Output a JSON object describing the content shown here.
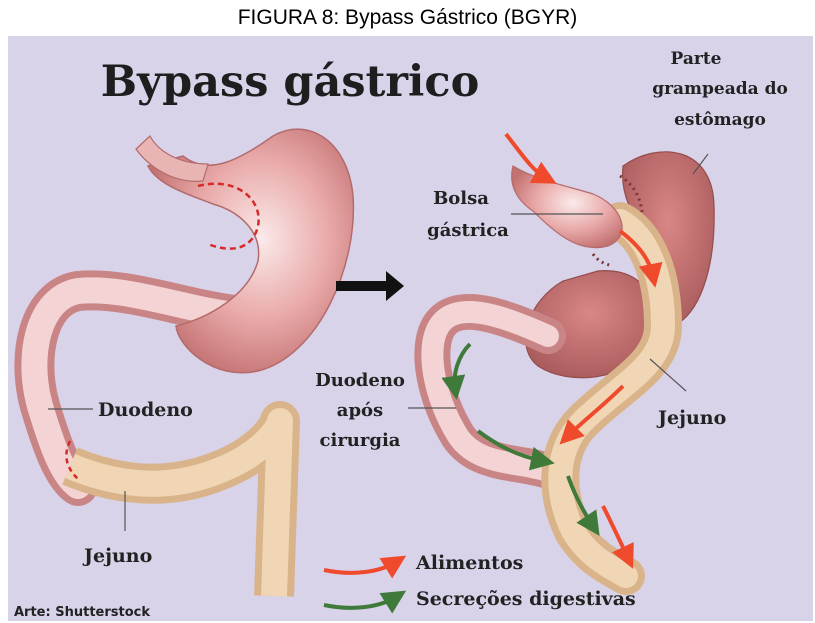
{
  "caption": "FIGURA 8: Bypass Gástrico (BGYR)",
  "diagram": {
    "title": "Bypass gástrico",
    "labels": {
      "staple_part_1": "Parte",
      "staple_part_2": "grampeada do",
      "staple_part_3": "estômago",
      "pouch_1": "Bolsa",
      "pouch_2": "gástrica",
      "duodenum_left": "Duodeno",
      "jejunum_left": "Jejuno",
      "duodenum_after_1": "Duodeno",
      "duodenum_after_2": "após",
      "duodenum_after_3": "cirurgia",
      "jejunum_right": "Jejuno"
    },
    "legend": {
      "food": "Alimentos",
      "secretions": "Secreções digestivas"
    },
    "credit": "Arte: Shutterstock"
  },
  "colors": {
    "background": "#d9d3ea",
    "stomach": "#d98c8c",
    "jejunum": "#e8c9a0",
    "food_arrow": "#ef4a2c",
    "secretion_arrow": "#3f7a3a",
    "cut_line": "#d62a2a"
  }
}
